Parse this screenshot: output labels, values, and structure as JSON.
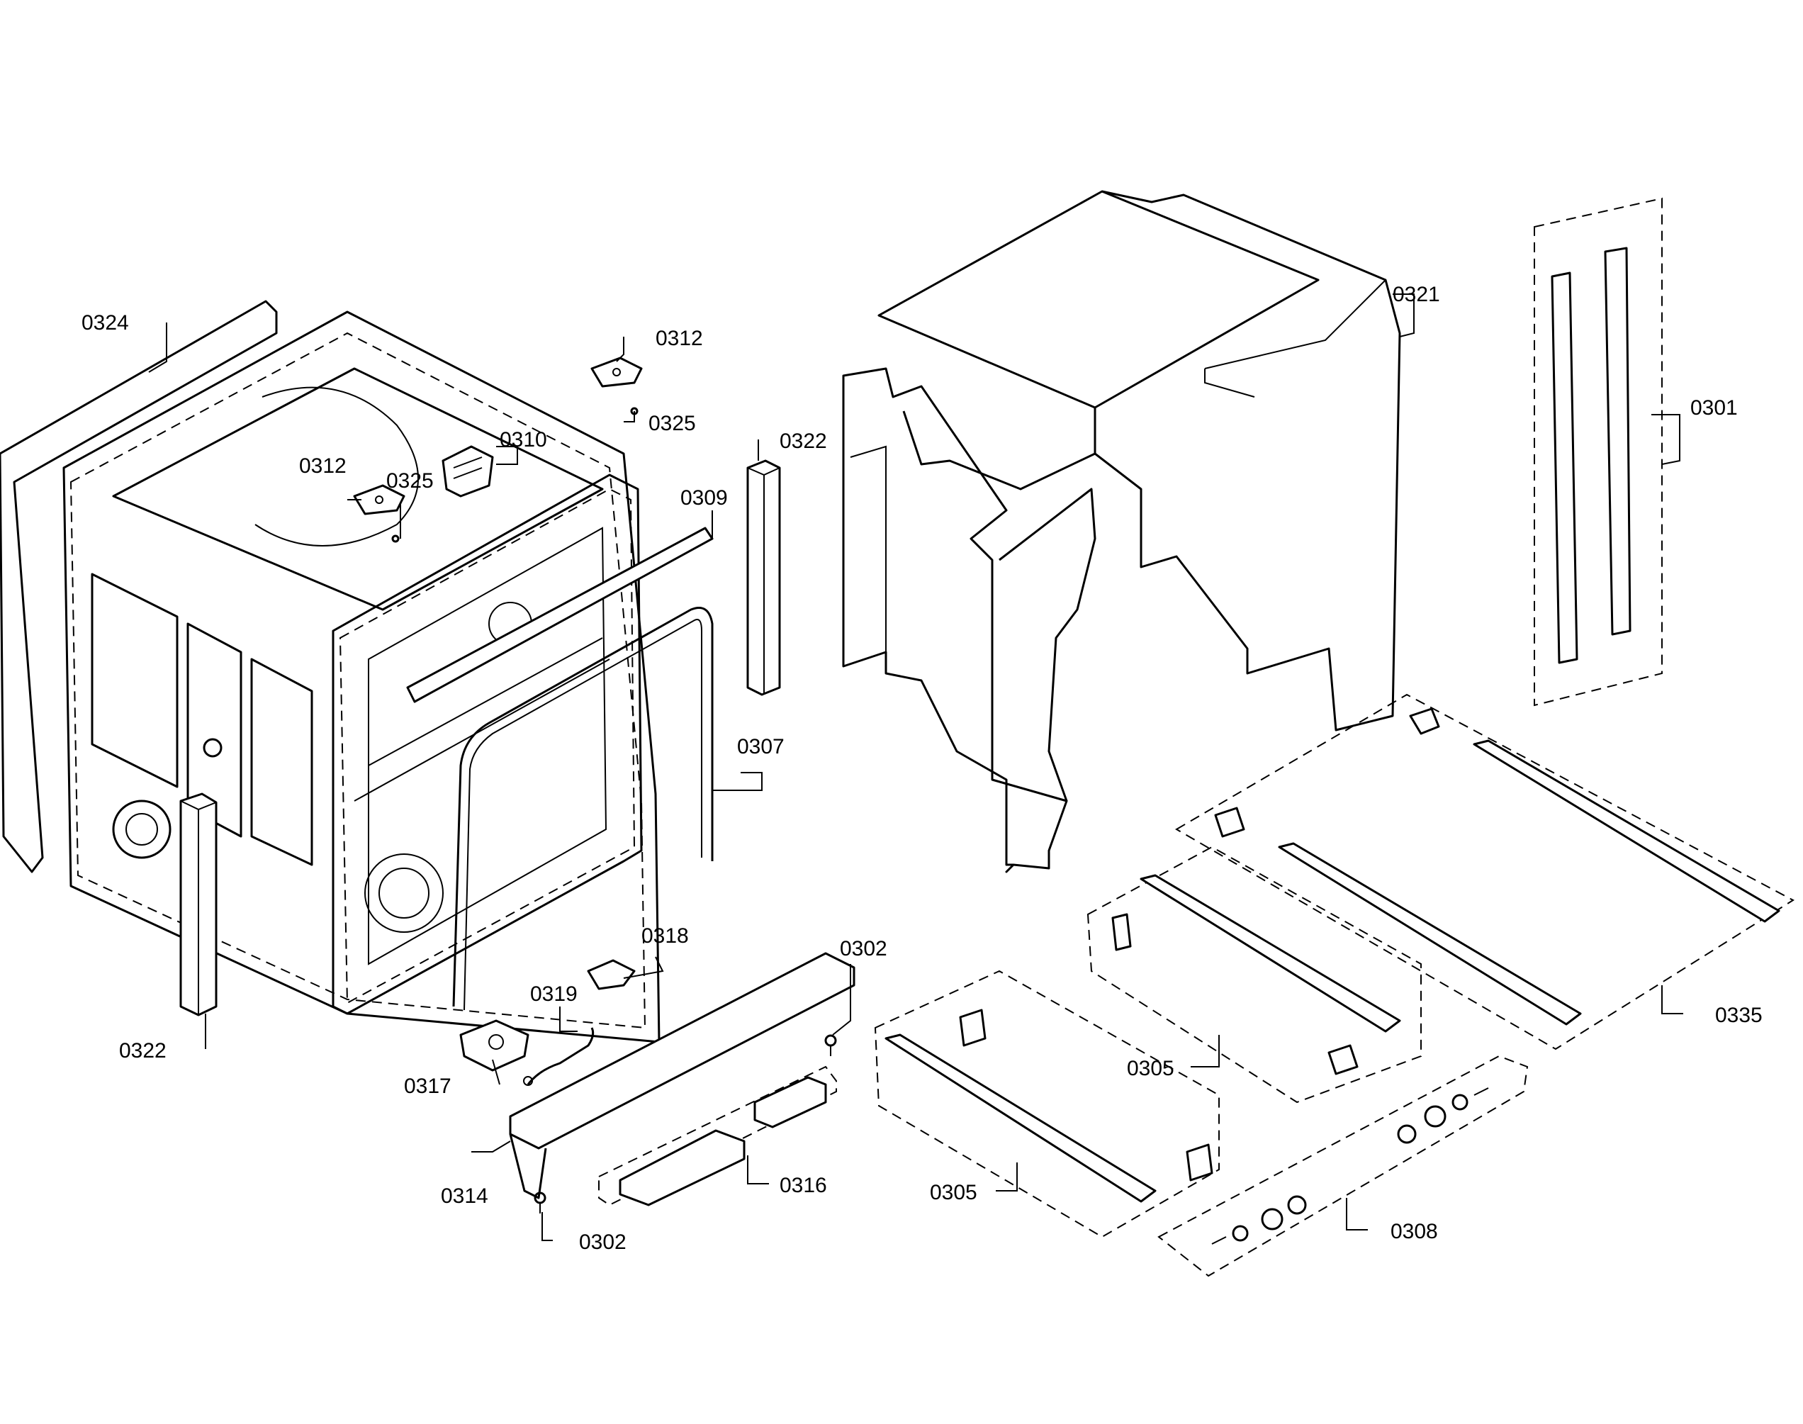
{
  "labels": {
    "l0301": "0301",
    "l0302a": "0302",
    "l0302b": "0302",
    "l0305a": "0305",
    "l0305b": "0305",
    "l0307": "0307",
    "l0308": "0308",
    "l0309": "0309",
    "l0310": "0310",
    "l0312a": "0312",
    "l0312b": "0312",
    "l0314": "0314",
    "l0316": "0316",
    "l0317": "0317",
    "l0318": "0318",
    "l0319": "0319",
    "l0321": "0321",
    "l0322a": "0322",
    "l0322b": "0322",
    "l0324": "0324",
    "l0325a": "0325",
    "l0325b": "0325",
    "l0335": "0335"
  }
}
